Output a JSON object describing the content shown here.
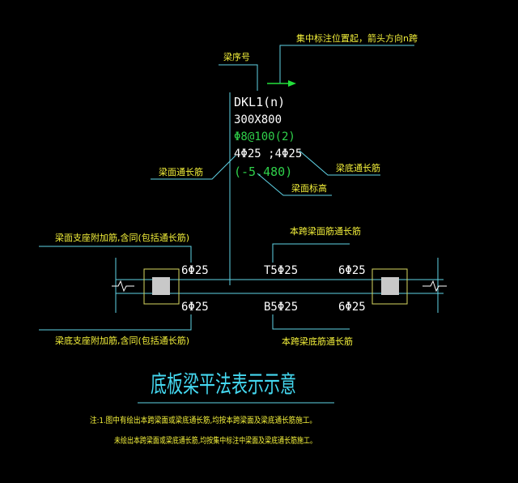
{
  "colors": {
    "background": "#000000",
    "line_cyan": "#5fd3e6",
    "text_white": "#ffffff",
    "text_yellow": "#f2ef3a",
    "text_green": "#2fd04a",
    "arrow_green": "#22e03a",
    "support_border": "#d8d860",
    "support_fill": "#c8c8c8",
    "title_cyan": "#44d8f0"
  },
  "header": {
    "location_note": "集中标注位置起，箭头方向n跨"
  },
  "labels": {
    "beam_number": "梁序号",
    "top_through": "梁面通长筋",
    "bottom_through": "梁底通长筋",
    "top_elevation": "梁面标高",
    "top_support_extra": "梁面支座附加筋,含同(包括通长筋)",
    "bottom_support_extra": "梁底支座附加筋,含同(包括通长筋)",
    "span_top_through": "本跨梁面筋通长筋",
    "span_bottom_through": "本跨梁底筋通长筋"
  },
  "annotation": {
    "line1": "DKL1(n)",
    "line2": "300X800",
    "line3": "Φ8@100(2)",
    "line4": "4Φ25 ;4Φ25",
    "line5": "(-5.480)"
  },
  "beam": {
    "top_left": "6Φ25",
    "top_mid": "T5Φ25",
    "top_right": "6Φ25",
    "bottom_left": "6Φ25",
    "bottom_mid": "B5Φ25",
    "bottom_right": "6Φ25"
  },
  "title": "底板梁平法表示示意",
  "notes": {
    "line1": "注:1.图中有绘出本跨梁面或梁底通长筋,均按本跨梁面及梁底通长筋施工。",
    "line2": "未绘出本跨梁面或梁底通长筋,均按集中标注中梁面及梁底通长筋施工。"
  }
}
